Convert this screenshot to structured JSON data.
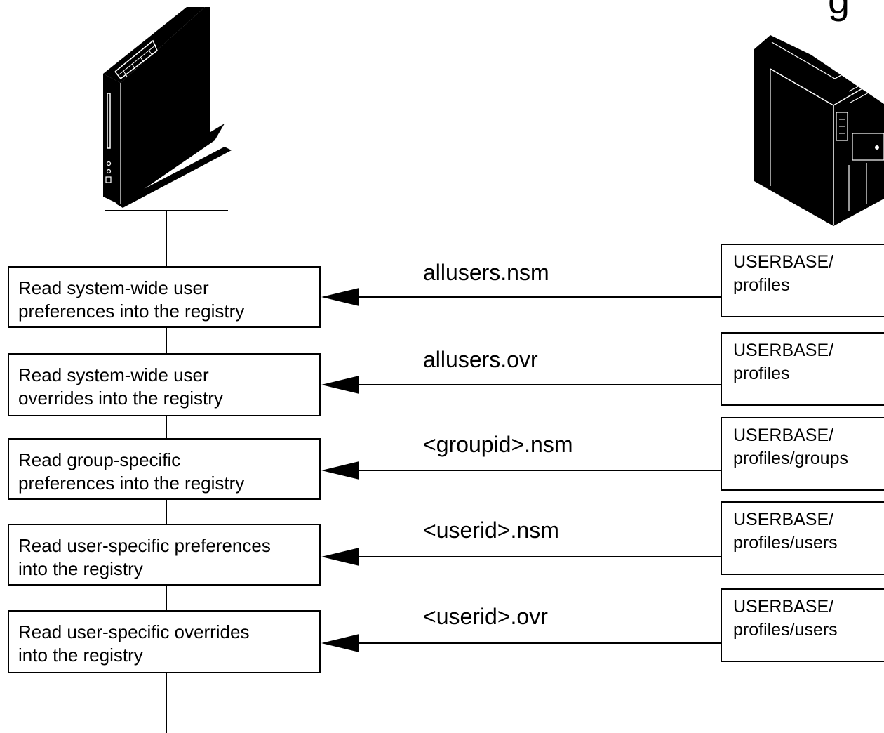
{
  "diagram": {
    "corner_text": "g",
    "client_icon": "network-station-icon",
    "server_icon": "server-tower-icon",
    "steps": [
      {
        "text": "Read system-wide user\npreferences into the registry",
        "file": "allusers.nsm",
        "source": "USERBASE/\nprofiles"
      },
      {
        "text": "Read system-wide user\noverrides into the registry",
        "file": "allusers.ovr",
        "source": "USERBASE/\nprofiles"
      },
      {
        "text": "Read group-specific\npreferences into the registry",
        "file": "<groupid>.nsm",
        "source": "USERBASE/\nprofiles/groups"
      },
      {
        "text": "Read user-specific preferences\ninto the registry",
        "file": "<userid>.nsm",
        "source": "USERBASE/\nprofiles/users"
      },
      {
        "text": "Read user-specific overrides\ninto the registry",
        "file": "<userid>.ovr",
        "source": "USERBASE/\nprofiles/users"
      }
    ]
  }
}
